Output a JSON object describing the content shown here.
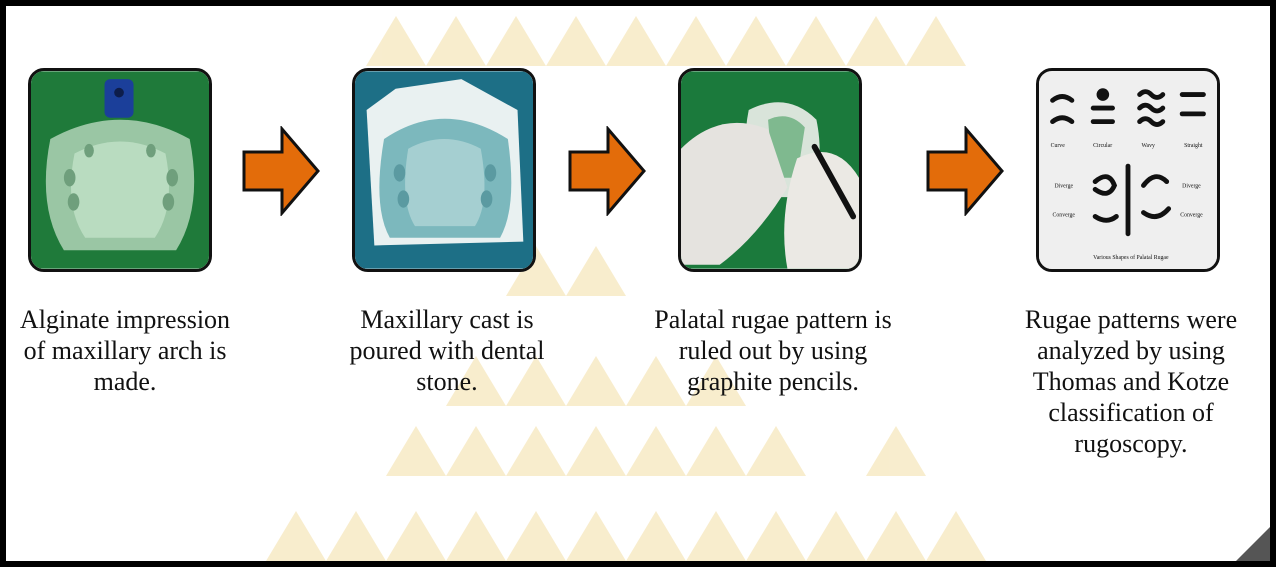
{
  "steps": [
    {
      "caption": "Alginate impression of maxillary arch is made."
    },
    {
      "caption": "Maxillary cast is poured with dental stone."
    },
    {
      "caption": "Palatal rugae pattern is ruled out by using graphite pencils."
    },
    {
      "caption": "Rugae patterns were analyzed by using Thomas and Kotze classification of rugoscopy."
    }
  ],
  "rugae_chart": {
    "labels_top": [
      "Curve",
      "Circular",
      "Wavy",
      "Straight"
    ],
    "label_left_1": "Diverge",
    "label_right_1": "Diverge",
    "label_left_2": "Converge",
    "label_right_2": "Converge",
    "caption": "Various Shapes of Palatal Rugae"
  },
  "colors": {
    "arrow": "#e36c0a",
    "border": "#000000",
    "background_tri": "#f6e7bd"
  }
}
